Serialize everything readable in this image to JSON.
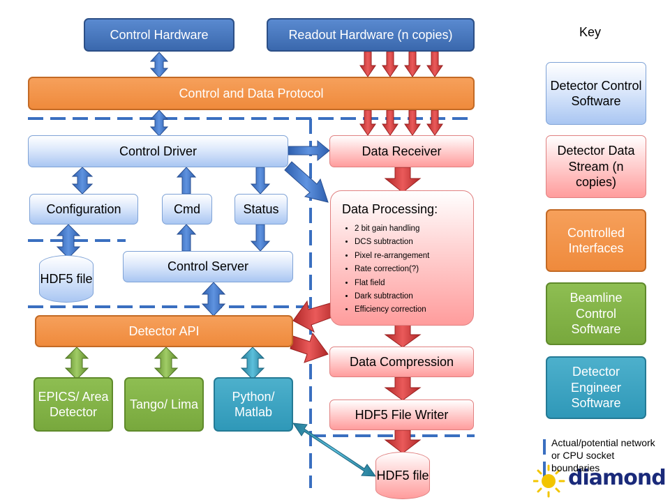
{
  "boxes": {
    "control_hardware": "Control Hardware",
    "readout_hardware": "Readout Hardware (n copies)",
    "control_data_protocol": "Control and Data Protocol",
    "control_driver": "Control Driver",
    "data_receiver": "Data Receiver",
    "configuration": "Configuration",
    "cmd": "Cmd",
    "status": "Status",
    "hdf5_file_left": "HDF5 file",
    "control_server": "Control Server",
    "detector_api": "Detector API",
    "data_compression": "Data Compression",
    "hdf5_file_writer": "HDF5 File Writer",
    "hdf5_file_bottom": "HDF5 file",
    "epics": "EPICS/ Area Detector",
    "tango": "Tango/ Lima",
    "python": "Python/ Matlab"
  },
  "data_processing": {
    "title": "Data Processing:",
    "items": [
      "2 bit gain handling",
      "DCS subtraction",
      "Pixel re-arrangement",
      "Rate correction(?)",
      "Flat field",
      "Dark subtraction",
      "Efficiency correction"
    ]
  },
  "key": {
    "title": "Key",
    "items": [
      {
        "label": "Detector Control Software",
        "color": "#c9dcf7"
      },
      {
        "label": "Detector Data Stream (n copies)",
        "color": "#ffc4c4"
      },
      {
        "label": "Controlled Interfaces",
        "color": "#ef8a3c"
      },
      {
        "label": "Beamline Control Software",
        "color": "#78a83d"
      },
      {
        "label": "Detector Engineer Software",
        "color": "#2f98b8"
      }
    ],
    "boundary_note": "Actual/potential network or CPU socket boundaries"
  },
  "logo": {
    "text": "diamond"
  },
  "colors": {
    "blue_arrow": "#3a6fc0",
    "red_arrow": "#d03a3a",
    "green_arrow": "#78a83d",
    "teal_arrow": "#2f98b8",
    "boundary_dash": "#3a6fc0"
  }
}
